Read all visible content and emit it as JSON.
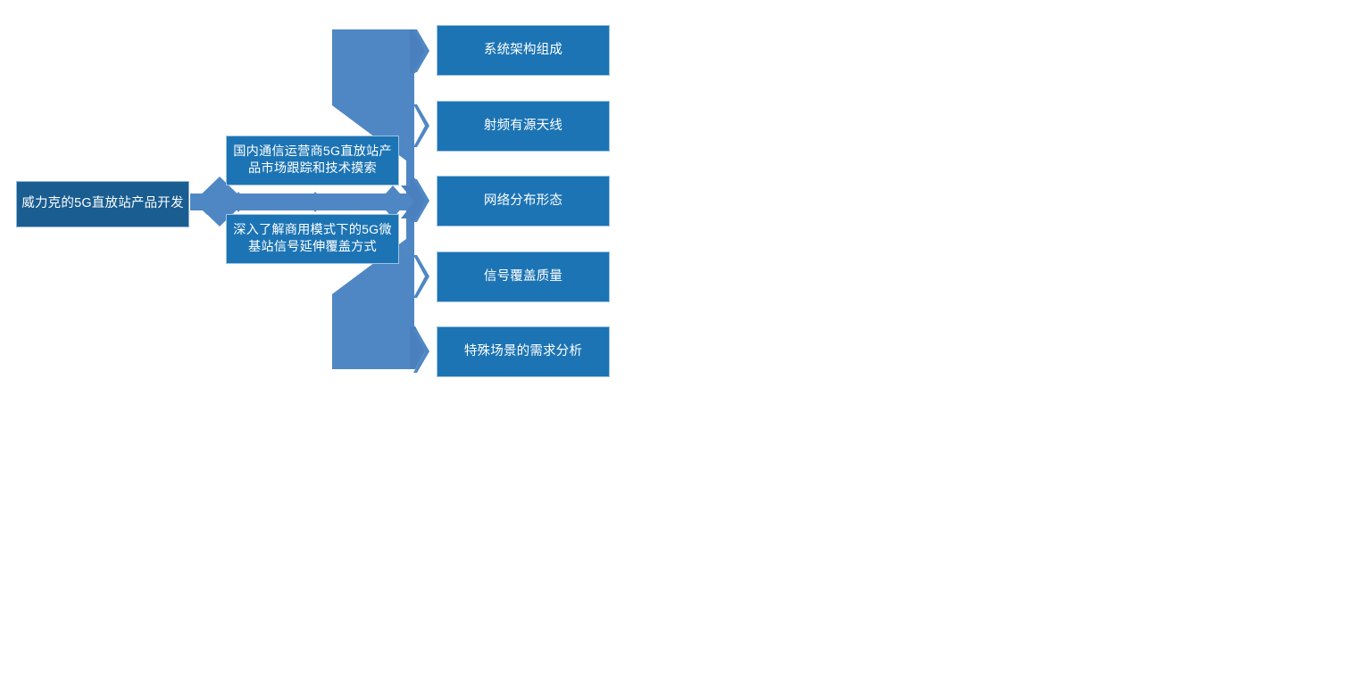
{
  "diagram": {
    "type": "smartart-radial-funnel",
    "colors": {
      "root_fill": "#195d91",
      "node_fill": "#1c74b4",
      "node_border": "#9ec3e0",
      "connector_fill": "#4f87c4",
      "connector_edge": "#3f76b4",
      "text": "#ffffff",
      "background": "#ffffff"
    },
    "root": {
      "label": "威力克的5G直放站产品开发"
    },
    "mid_nodes": [
      {
        "label": "国内通信运营商5G直放站产品市场跟踪和技术摸索"
      },
      {
        "label": "深入了解商用模式下的5G微基站信号延伸覆盖方式"
      }
    ],
    "leaf_nodes": [
      {
        "label": "系统架构组成"
      },
      {
        "label": "射频有源天线"
      },
      {
        "label": "网络分布形态"
      },
      {
        "label": "信号覆盖质量"
      },
      {
        "label": "特殊场景的需求分析"
      }
    ],
    "connectors": {
      "root_joint": "diamond-joint",
      "trunk": "horizontal-trunk-arrow",
      "fan": "fan-chevron-connector",
      "arrowheads": "leaf-chevron-arrowhead"
    }
  }
}
